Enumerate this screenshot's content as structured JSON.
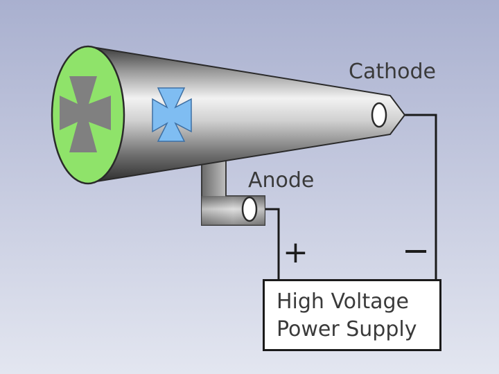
{
  "labels": {
    "cathode": "Cathode",
    "anode": "Anode",
    "plus": "+",
    "minus": "−"
  },
  "power_supply": {
    "line1": "High Voltage",
    "line2": "Power Supply"
  },
  "colors": {
    "screen_glow": "#8fe36a",
    "screen_shadow": "#808080",
    "maltese_cross": "#7fbdf2",
    "tube_light": "#ececec",
    "tube_dark": "#3a3a3a",
    "wire": "#1a1a1a"
  }
}
